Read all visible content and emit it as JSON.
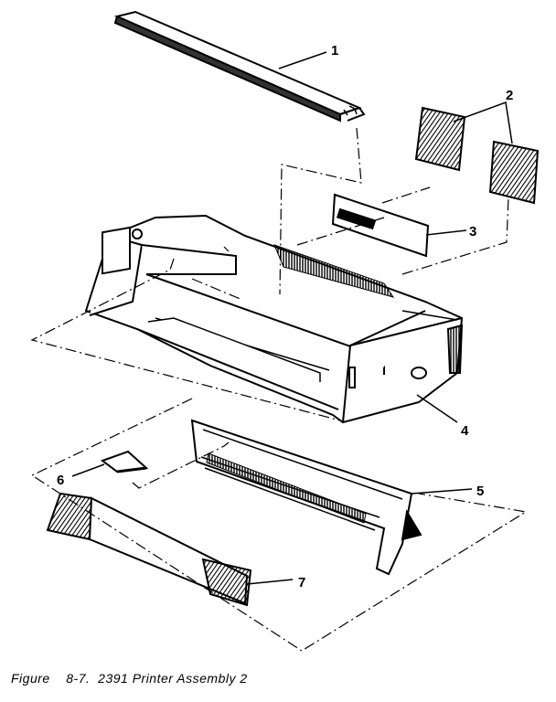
{
  "figure": {
    "caption_label": "Figure",
    "caption_number": "8-7.",
    "caption_title": "2391 Printer Assembly 2"
  },
  "callouts": [
    "1",
    "2",
    "3",
    "4",
    "5",
    "6",
    "7"
  ]
}
